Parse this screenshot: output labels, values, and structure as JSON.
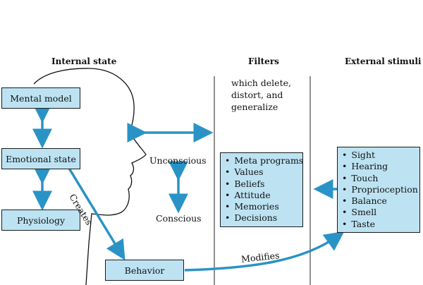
{
  "headers": {
    "internal": "Internal state",
    "filters": "Filters",
    "external": "External stimuli"
  },
  "internal_boxes": {
    "mental_model": "Mental model",
    "emotional_state": "Emotional state",
    "physiology": "Physiology",
    "behavior": "Behavior"
  },
  "filter_note": [
    "which delete,",
    "distort, and",
    "generalize"
  ],
  "filters_list": [
    "Meta programs",
    "Values",
    "Beliefs",
    "Attitude",
    "Memories",
    "Decisions"
  ],
  "stimuli_list": [
    "Sight",
    "Hearing",
    "Touch",
    "Proprioception",
    "Balance",
    "Smell",
    "Taste"
  ],
  "labels": {
    "unconscious": "Unconscious",
    "conscious": "Conscious",
    "creates": "Creates",
    "modifies": "Modifies"
  },
  "colors": {
    "box_fill": "#bde3f3",
    "arrow": "#2a93c6"
  }
}
